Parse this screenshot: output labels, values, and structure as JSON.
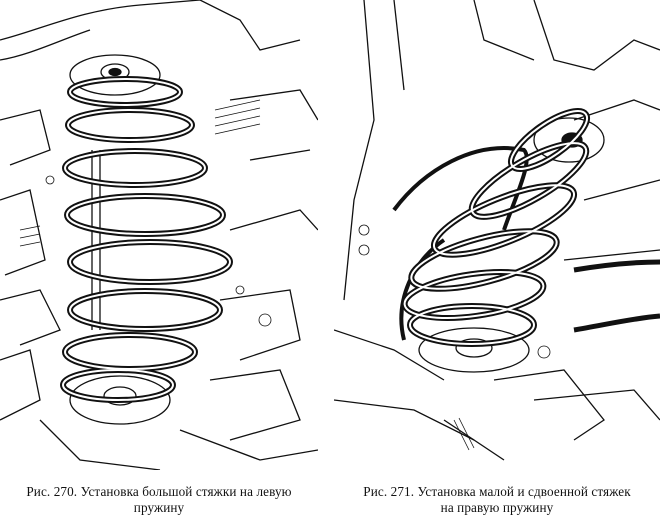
{
  "figures": [
    {
      "number": "Рис. 270.",
      "caption_line1": "Установка большой стяжки на левую",
      "caption_line2": "пружину"
    },
    {
      "number": "Рис. 271.",
      "caption_line1": "Установка малой и сдвоенной стяжек",
      "caption_line2": "на правую пружину"
    }
  ]
}
